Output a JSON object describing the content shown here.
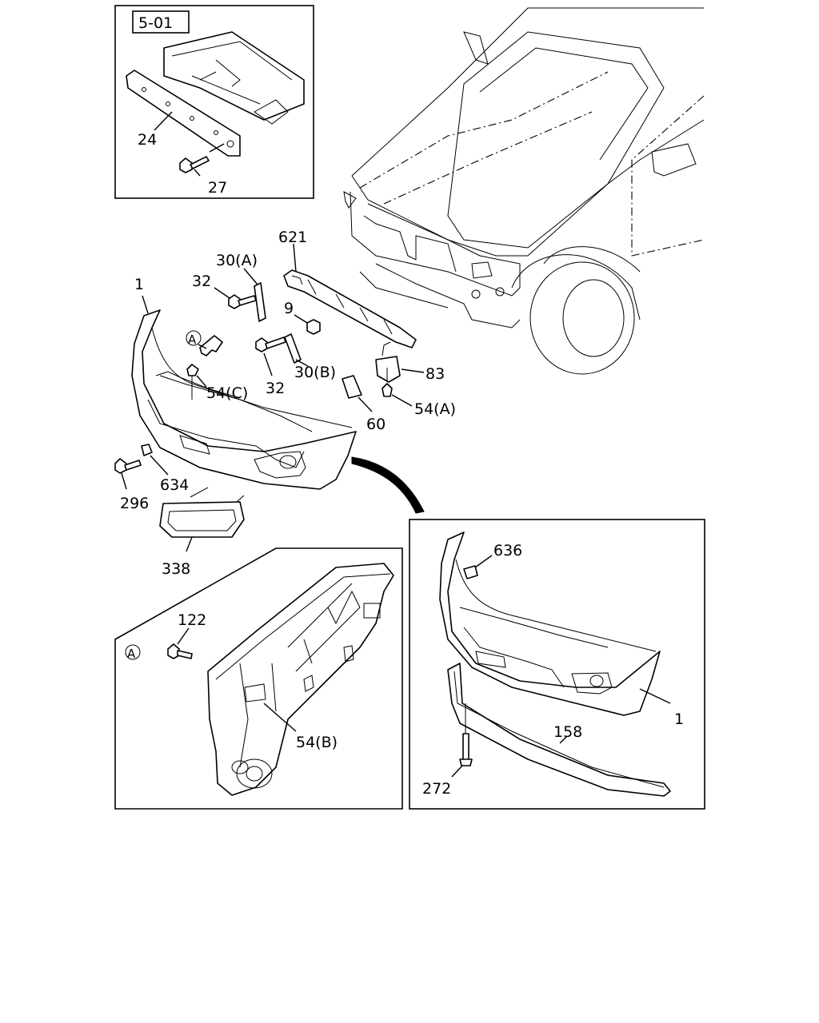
{
  "diagram": {
    "inset_top_ref": "5-01",
    "circle_ref_label": "A",
    "callouts": {
      "c24": "24",
      "c27": "27",
      "c621": "621",
      "c30a": "30(A)",
      "c32a": "32",
      "c1": "1",
      "c9": "9",
      "c54c": "54(C)",
      "c32b": "32",
      "c30b": "30(B)",
      "c83": "83",
      "c54a": "54(A)",
      "c60": "60",
      "c296": "296",
      "c634": "634",
      "c338": "338",
      "c122": "122",
      "c54b": "54(B)",
      "c636": "636",
      "c1b": "1",
      "c158": "158",
      "c272": "272"
    }
  }
}
